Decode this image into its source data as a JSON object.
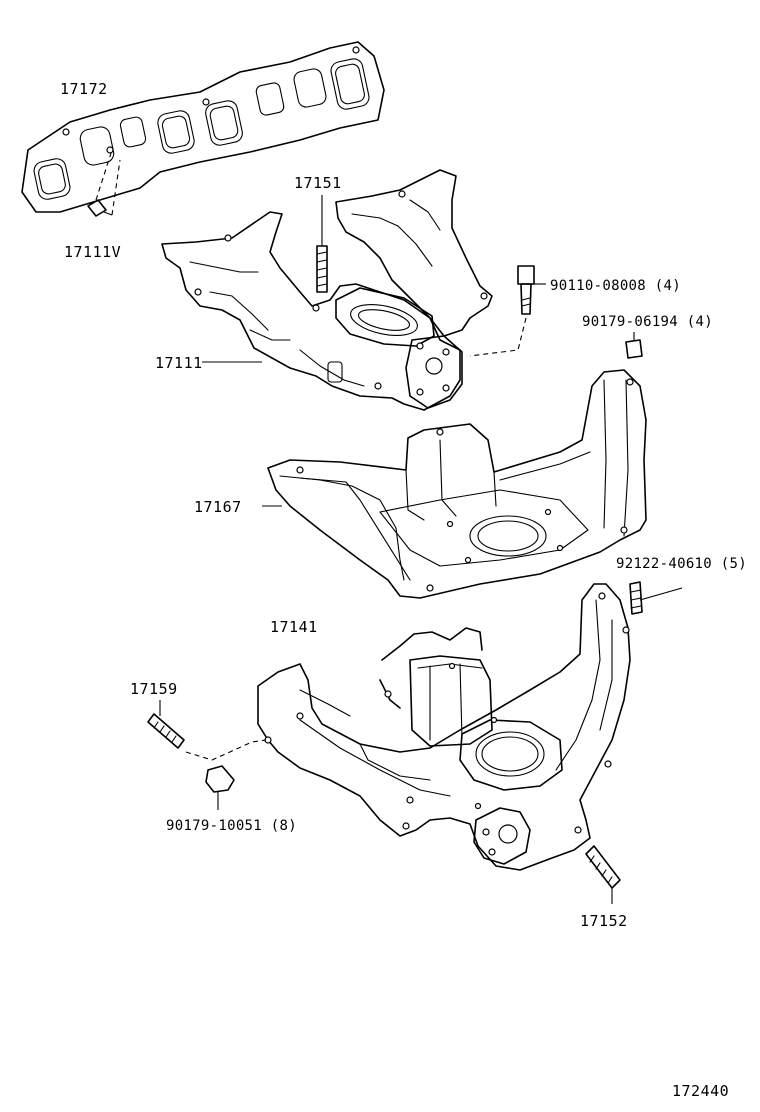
{
  "labels": {
    "p17172": "17172",
    "p17111V": "17111V",
    "p17151": "17151",
    "p90110": "90110-08008 (4)",
    "p90179a": "90179-06194 (4)",
    "p17111": "17111",
    "p17167": "17167",
    "p92122": "92122-40610 (5)",
    "p17141": "17141",
    "p17159": "17159",
    "p90179b": "90179-10051 (8)",
    "p17152": "17152"
  },
  "figure_number": "172440"
}
